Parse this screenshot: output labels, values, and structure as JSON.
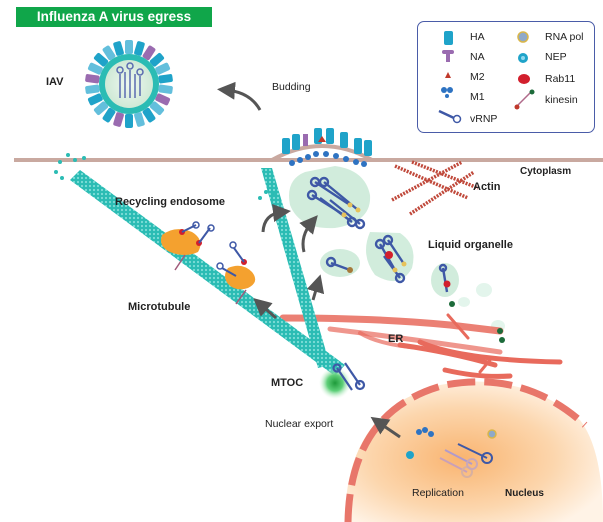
{
  "title": "Influenza A virus egress",
  "colors": {
    "title_banner": "#10a64a",
    "legend_border": "#4a5ca8",
    "membrane": "#c9a9a0",
    "microtubule": "#2bbcb4",
    "actin": "#c0493b",
    "er": "#e86a5c",
    "nucleus_fill": "#fbc98f",
    "nucleus_envelope": "#e8766a",
    "liquid_organelle": "#cdebd9",
    "vrnp": "#3e58a6",
    "ha": "#1fa3c9",
    "na": "#9a6bb0",
    "m2": "#c0392b",
    "rab11": "#d21f2d",
    "endosome": "#f4a12f",
    "arrow": "#555555"
  },
  "legend": {
    "items": [
      {
        "icon": "ha-icon",
        "label": "HA"
      },
      {
        "icon": "na-icon",
        "label": "NA"
      },
      {
        "icon": "m2-icon",
        "label": "M2"
      },
      {
        "icon": "m1-icon",
        "label": "M1"
      },
      {
        "icon": "vrnp-icon",
        "label": "vRNP"
      },
      {
        "icon": "rna-pol-icon",
        "label": "RNA pol"
      },
      {
        "icon": "nep-icon",
        "label": "NEP"
      },
      {
        "icon": "rab11-icon",
        "label": "Rab11"
      },
      {
        "icon": "kinesin-icon",
        "label": "kinesin"
      }
    ]
  },
  "labels": {
    "iav": "IAV",
    "budding": "Budding",
    "cytoplasm": "Cytoplasm",
    "actin": "Actin",
    "recycling_endosome": "Recycling endosome",
    "liquid_organelle": "Liquid organelle",
    "microtubule": "Microtubule",
    "er": "ER",
    "mtoc": "MTOC",
    "nuclear_export": "Nuclear export",
    "replication": "Replication",
    "nucleus": "Nucleus"
  }
}
